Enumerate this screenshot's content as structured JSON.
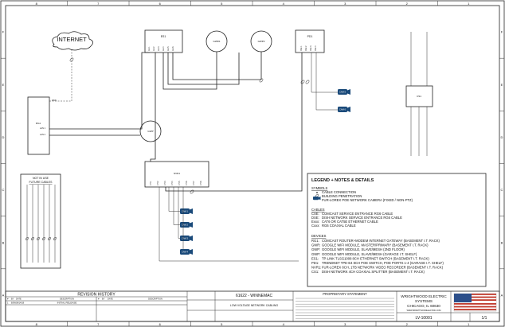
{
  "colors": {
    "line": "#222222",
    "camera": "#1a4a7a",
    "flag_blue": "#2c4f8a",
    "flag_red": "#c0392b"
  },
  "border": {
    "col_numbers": [
      "8",
      "7",
      "6",
      "5",
      "4",
      "3",
      "2",
      "1"
    ],
    "row_letters": [
      "F",
      "E",
      "D",
      "C",
      "B",
      "A"
    ]
  },
  "nodes": {
    "internet": {
      "label": "INTERNET",
      "icon": "cloud-icon"
    },
    "es1": {
      "label": "ES1",
      "ports": [
        "GE 1",
        "GE 2",
        "GE 3",
        "GE 4",
        "GE 5",
        "GE 6"
      ]
    },
    "gwr1": {
      "label": "GWR1"
    },
    "gwp2": {
      "label": "GWP2"
    },
    "pd1": {
      "label": "PD1",
      "ports": [
        "PoE 1",
        "PoE 2",
        "PoE 3",
        "PoE 4"
      ]
    },
    "rg1": {
      "label": "RG1",
      "ports": [
        "WAN",
        "LAN 1",
        "LAN 2"
      ]
    },
    "gwp": {
      "label": "GWP"
    },
    "nvr1": {
      "label": "NVR1",
      "ports": [
        "CH 1",
        "CH 2",
        "CH 3",
        "CH 4",
        "CH 5",
        "CH 6",
        "CH 7",
        "CH 8"
      ]
    },
    "cs1": {
      "label": "CS1"
    }
  },
  "cameras": [
    "CAM 1",
    "CAM 2",
    "CAM 3",
    "CAM 4",
    "CAM 5",
    "CAM 6"
  ],
  "future_cables": {
    "title": "NOT IN USE",
    "subtitle": "FUTURE CABLES"
  },
  "legend": {
    "title": "LEGEND + NOTES & DETAILS",
    "symbols_header": "SYMBOLS",
    "symbols": [
      "CABLE CONNECTION",
      "BUILDING PENETRATION",
      "FUR-LOREX POE NETWORK CAMERA (FIXED / NON-PTZ)"
    ],
    "cables_header": "CABLES",
    "cables": [
      {
        "code": "CSE:",
        "desc": "COMCAST SERVICE ENTRANCE RG6 CABLE"
      },
      {
        "code": "DSE:",
        "desc": "DISH NETWORK SERVICE ENTRANCE RG6 CABLE"
      },
      {
        "code": "Exxx:",
        "desc": "CAT6 OR CAT5E ETHERNET CABLE"
      },
      {
        "code": "Cxxx:",
        "desc": "RG6 COAXIAL CABLE"
      }
    ],
    "devices_header": "DEVICES",
    "devices": [
      {
        "code": "RG1:",
        "desc": "COMCAST ROUTER+MODEM INTERNET GATEWAY (BASEMENT I.T. RACK)"
      },
      {
        "code": "GWR:",
        "desc": "GOOGLE WIFI MODULE, MASTER/PRIMARY (BASEMENT I.T. RACK)"
      },
      {
        "code": "GWP:",
        "desc": "GOOGLE WIFI MODULE, SLAVE/MESH (2ND FLOOR)"
      },
      {
        "code": "GWP:",
        "desc": "GOOGLE WIFI MODULE, SLAVE/MESH (GARAGE I.T. SHELF)"
      },
      {
        "code": "ES1:",
        "desc": "TP-LINK TLSG1008 8CH ETHERNET SWITCH (BASEMENT I.T. RACK)"
      },
      {
        "code": "PD1:",
        "desc": "TRENDNET TPE-E4 8CH POE SWITCH, POE PORTS 1-4 (GARAGE I.T. SHELF)"
      },
      {
        "code": "NVR1:",
        "desc": "FUR-LOREX 8CH, 1TB NETWORK VIDEO RECORDER (BASEMENT I.T. RACK)"
      },
      {
        "code": "CS1:",
        "desc": "DISH NETWORK 4CH COAXIAL SPLITTER (BASEMENT I.T. RACK)"
      }
    ]
  },
  "title_block": {
    "revision_title": "REVISION HISTORY",
    "rev_headers": [
      "#",
      "BY",
      "DATE",
      "DESCRIPTION"
    ],
    "rev_row": {
      "num": "1",
      "by": "BSW",
      "date": "08/14/18",
      "desc": "INITIAL RELEASE"
    },
    "project_no": "61622 - WINNEMAC",
    "sheet_title": "LOW VOLTAGE NETWORK CABLING",
    "proprietary_title": "PROPRIETARY STATEMENT",
    "company_line1": "WRIGHTWOOD ELECTRIC",
    "company_line2": "SYSTEMS",
    "company_line3": "CHICAGO, IL 60630",
    "company_line4": "WWW.WRIGHTWOODELECTRIC.COM",
    "drawing_no": "LV-10001",
    "sheet": "1/1"
  }
}
